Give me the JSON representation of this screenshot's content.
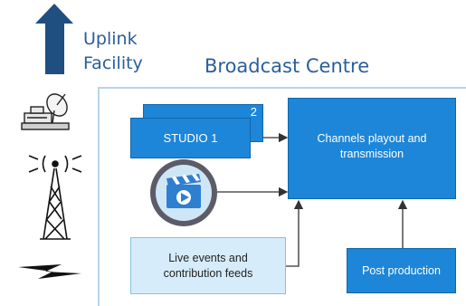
{
  "uplink": {
    "label_line1": "Uplink",
    "label_line2": "Facility"
  },
  "centre": {
    "title": "Broadcast Centre"
  },
  "boxes": {
    "studio2": "2",
    "studio1": "STUDIO 1",
    "playout_line1": "Channels playout and",
    "playout_line2": "transmission",
    "live_line1": "Live events and",
    "live_line2": "contribution feeds",
    "post": "Post production"
  },
  "icons": [
    "up-arrow-icon",
    "satellite-dish-icon",
    "transmission-tower-icon",
    "lightning-bolt-icon",
    "video-clapper-icon"
  ],
  "colors": {
    "box_blue": "#1d86d8",
    "light_box": "#d6ecfa",
    "arrow_navy": "#1f4e80",
    "title_blue": "#2b5f99"
  }
}
